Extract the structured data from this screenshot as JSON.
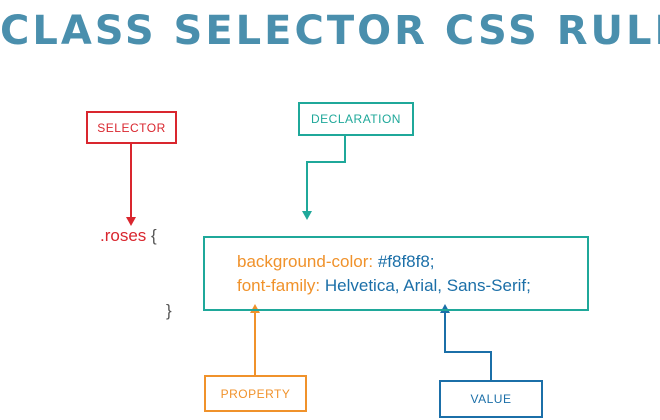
{
  "title": "CLASS SELECTOR CSS RULE",
  "labels": {
    "selector": "SELECTOR",
    "declaration": "DECLARATION",
    "property": "PROPERTY",
    "value": "VALUE"
  },
  "code": {
    "selector": ".roses",
    "open_brace": "{",
    "close_brace": "}",
    "declarations": [
      {
        "property": "background-color:",
        "value": "#f8f8f8;"
      },
      {
        "property": "font-family:",
        "value": "Helvetica, Arial, Sans-Serif;"
      }
    ]
  },
  "colors": {
    "title": "#4a8fad",
    "selector": "#d9262e",
    "declaration": "#1fa89a",
    "property": "#f0922b",
    "value": "#1b6fa8",
    "brace": "#555555"
  }
}
